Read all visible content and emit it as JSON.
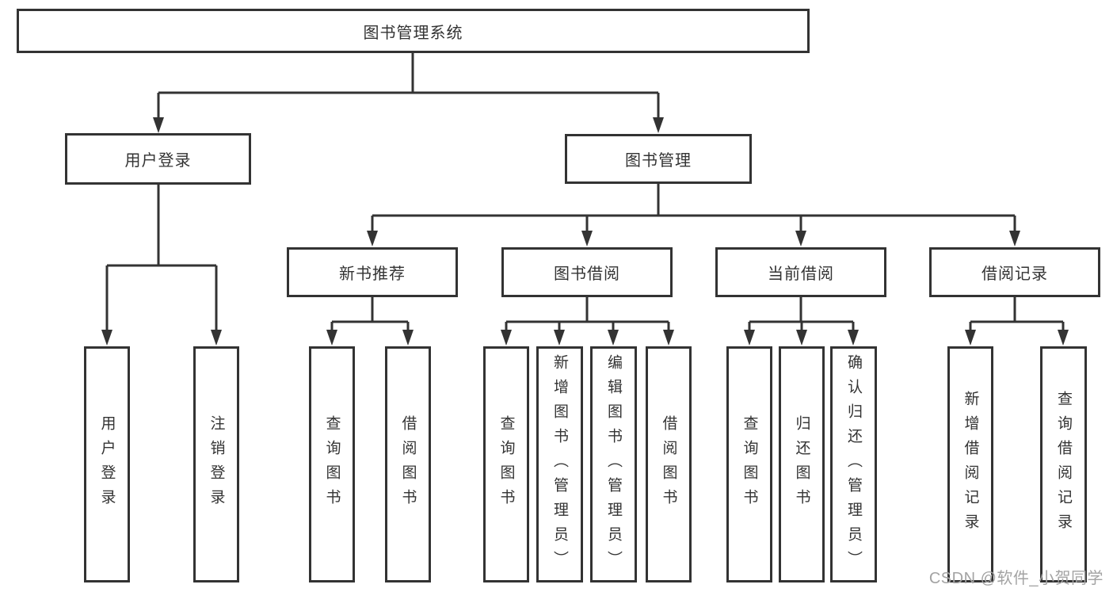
{
  "tree": {
    "root": {
      "label": "图书管理系统"
    },
    "branches": [
      {
        "label": "用户登录",
        "children": [
          {
            "label": "用户登录"
          },
          {
            "label": "注销登录"
          }
        ]
      },
      {
        "label": "图书管理",
        "children": [
          {
            "label": "新书推荐",
            "children": [
              {
                "label": "查询图书"
              },
              {
                "label": "借阅图书"
              }
            ]
          },
          {
            "label": "图书借阅",
            "children": [
              {
                "label": "查询图书"
              },
              {
                "label": "新增图书（管理员）"
              },
              {
                "label": "编辑图书（管理员）"
              },
              {
                "label": "借阅图书"
              }
            ]
          },
          {
            "label": "当前借阅",
            "children": [
              {
                "label": "查询图书"
              },
              {
                "label": "归还图书"
              },
              {
                "label": "确认归还（管理员）"
              }
            ]
          },
          {
            "label": "借阅记录",
            "children": [
              {
                "label": "新增借阅记录"
              },
              {
                "label": "查询借阅记录"
              }
            ]
          }
        ]
      }
    ]
  },
  "watermark": {
    "text": "CSDN @软件_小贺同学"
  },
  "colors": {
    "line": "#333333",
    "box_border": "#333333",
    "text": "#333333",
    "watermark": "#a3a3a3",
    "background": "#ffffff"
  }
}
